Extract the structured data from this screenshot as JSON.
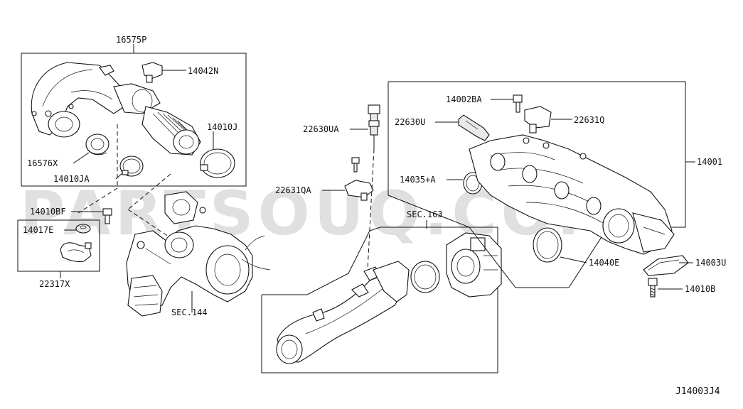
{
  "diagram": {
    "ref_code": "J14003J4",
    "watermark": "PARTSOUQ.COM",
    "labels": {
      "p16575P": "16575P",
      "p14042N": "14042N",
      "p14010J": "14010J",
      "p16576X": "16576X",
      "p14010JA": "14010JA",
      "p14010BF": "14010BF",
      "p14017E": "14017E",
      "p22317X": "22317X",
      "sec144": "SEC.144",
      "p22630UA": "22630UA",
      "p22631QA": "22631QA",
      "sec163": "SEC.163",
      "p14002BA": "14002BA",
      "p22630U": "22630U",
      "p22631Q": "22631Q",
      "p14035A": "14035+A",
      "p14001": "14001",
      "p14040E": "14040E",
      "p14003U": "14003U",
      "p14010B": "14010B"
    }
  }
}
